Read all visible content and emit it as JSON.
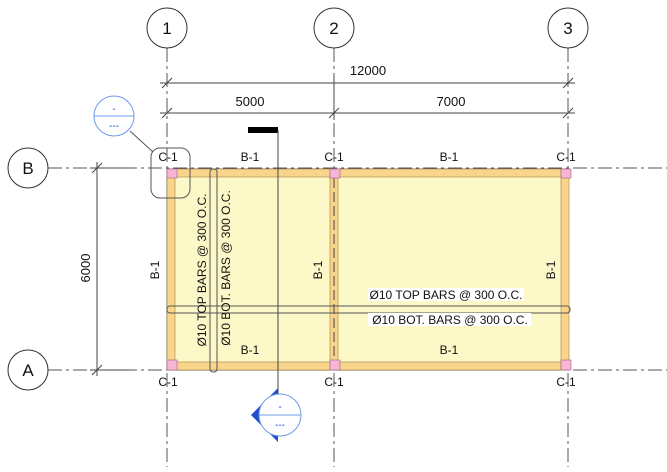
{
  "grids": {
    "vertical": [
      {
        "label": "1"
      },
      {
        "label": "2"
      },
      {
        "label": "3"
      }
    ],
    "horizontal": [
      {
        "label": "B"
      },
      {
        "label": "A"
      }
    ]
  },
  "dimensions": {
    "overall": "12000",
    "bay1": "5000",
    "bay2": "7000",
    "vertical": "6000"
  },
  "columns": [
    "C-1",
    "C-1",
    "C-1",
    "C-1",
    "C-1",
    "C-1"
  ],
  "beams": {
    "top_left": "B-1",
    "top_right": "B-1",
    "bottom_left": "B-1",
    "bottom_right": "B-1",
    "left": "B-1",
    "middle": "B-1",
    "right": "B-1"
  },
  "rebar": {
    "top_h": "Ø10 TOP BARS @ 300 O.C.",
    "bot_h": "Ø10 BOT. BARS @ 300 O.C.",
    "top_v": "Ø10 TOP BARS @ 300 O.C.",
    "bot_v": "Ø10 BOT. BARS @ 300 O.C."
  },
  "callout": {
    "top": "-",
    "bottom": "---"
  },
  "section": {
    "top": "-",
    "bottom": "---"
  },
  "colors": {
    "slab": "#fdf8c8",
    "beam": "#f9d58c",
    "column": "#f7b6d8",
    "annotation": "#1f4fd0",
    "callout": "#6f9be8"
  }
}
